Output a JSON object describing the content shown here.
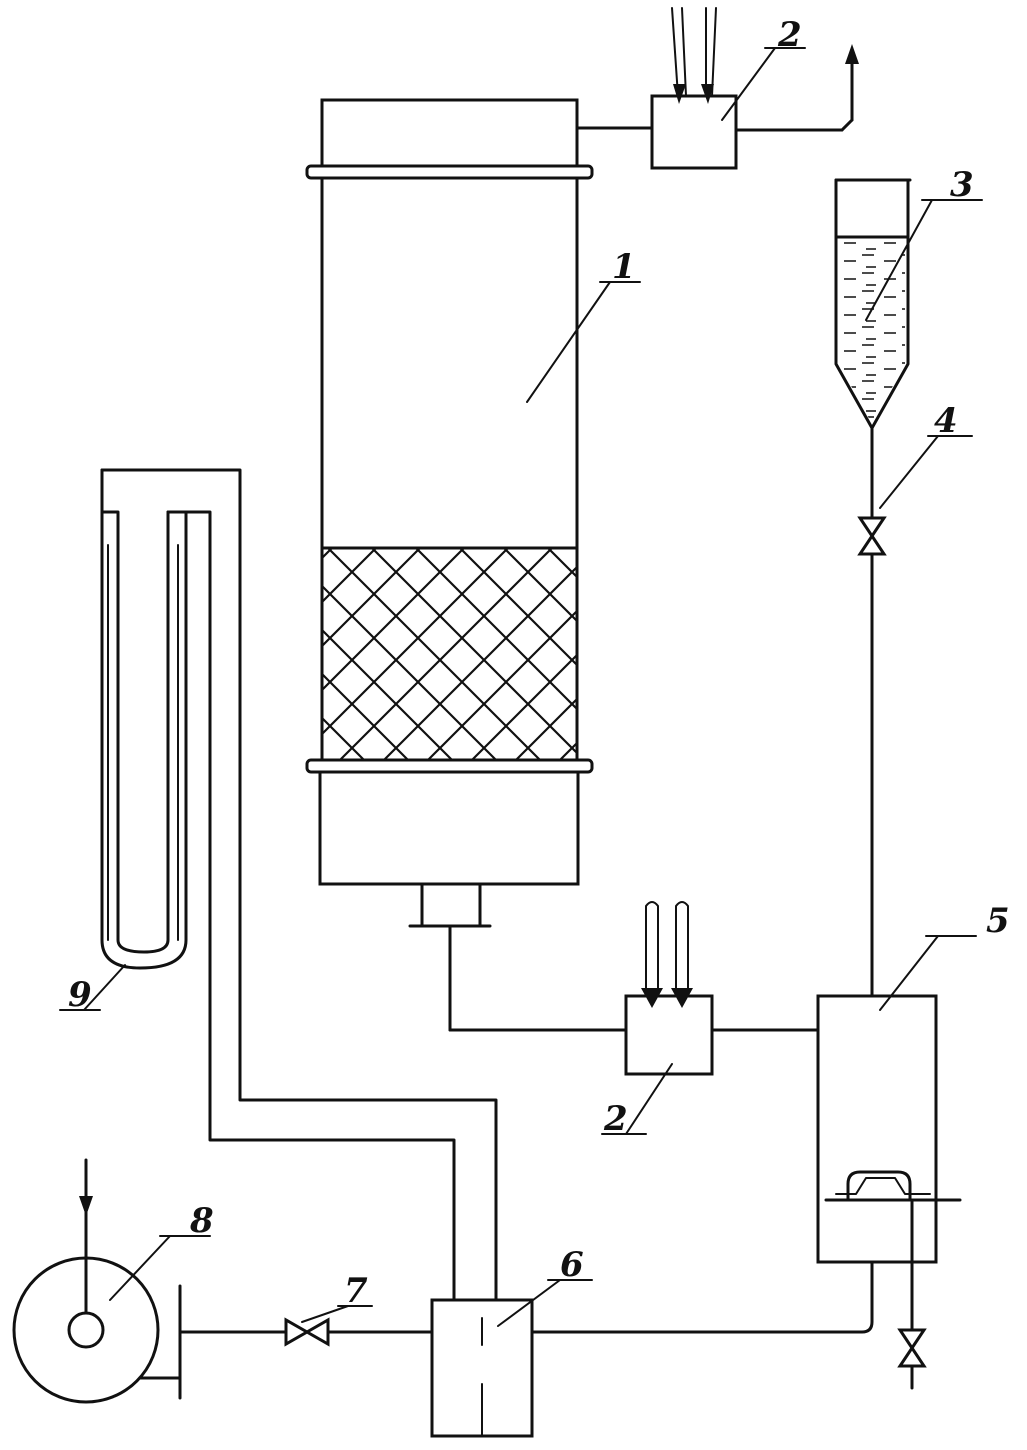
{
  "labels": {
    "column": "1",
    "condenser_top": "2",
    "condenser_bottom": "2",
    "feed_tank": "3",
    "feed_valve": "4",
    "separator": "5",
    "mixer": "6",
    "air_valve": "7",
    "blower": "8",
    "manometer": "9"
  }
}
